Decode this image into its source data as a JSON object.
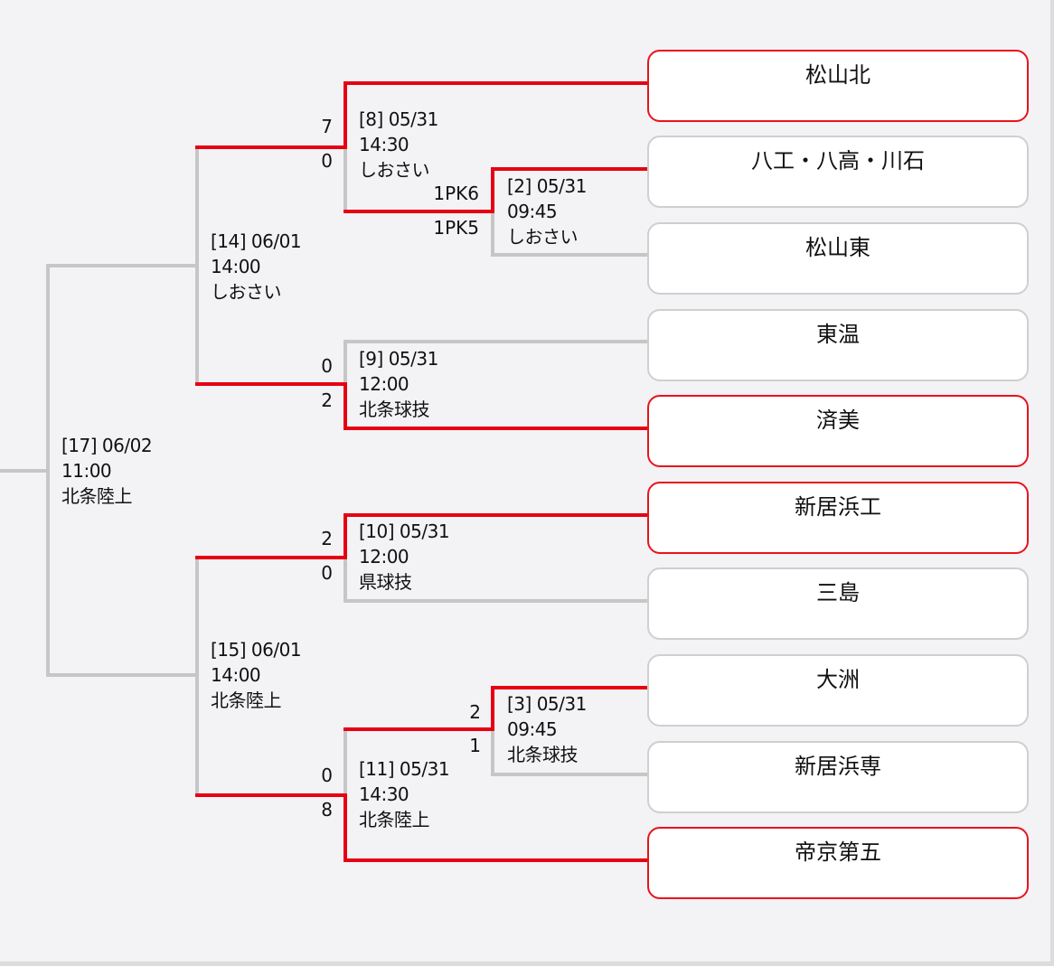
{
  "colors": {
    "win": "#e60012",
    "lose": "#c6c6c6"
  },
  "teams": [
    {
      "name": "松山北",
      "winner": true
    },
    {
      "name": "八工・八高・川石",
      "winner": false
    },
    {
      "name": "松山東",
      "winner": false
    },
    {
      "name": "東温",
      "winner": false
    },
    {
      "name": "済美",
      "winner": true
    },
    {
      "name": "新居浜工",
      "winner": true
    },
    {
      "name": "三島",
      "winner": false
    },
    {
      "name": "大洲",
      "winner": false
    },
    {
      "name": "新居浜専",
      "winner": false
    },
    {
      "name": "帝京第五",
      "winner": true
    }
  ],
  "matches": {
    "m2": {
      "id": "[2] 05/31",
      "time": "09:45",
      "venue": "しおさい",
      "score_top": "1PK6",
      "score_bottom": "1PK5"
    },
    "m3": {
      "id": "[3] 05/31",
      "time": "09:45",
      "venue": "北条球技",
      "score_top": "2",
      "score_bottom": "1"
    },
    "m8": {
      "id": "[8] 05/31",
      "time": "14:30",
      "venue": "しおさい",
      "score_top": "7",
      "score_bottom": "0"
    },
    "m9": {
      "id": "[9] 05/31",
      "time": "12:00",
      "venue": "北条球技",
      "score_top": "0",
      "score_bottom": "2"
    },
    "m10": {
      "id": "[10] 05/31",
      "time": "12:00",
      "venue": "県球技",
      "score_top": "2",
      "score_bottom": "0"
    },
    "m11": {
      "id": "[11] 05/31",
      "time": "14:30",
      "venue": "北条陸上",
      "score_top": "0",
      "score_bottom": "8"
    },
    "m14": {
      "id": "[14] 06/01",
      "time": "14:00",
      "venue": "しおさい"
    },
    "m15": {
      "id": "[15] 06/01",
      "time": "14:00",
      "venue": "北条陸上"
    },
    "m17": {
      "id": "[17] 06/02",
      "time": "11:00",
      "venue": "北条陸上"
    }
  }
}
